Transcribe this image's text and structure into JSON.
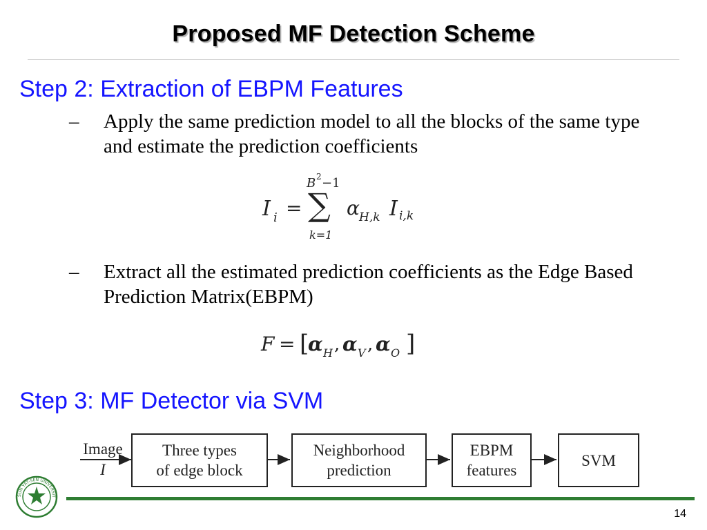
{
  "slide": {
    "title": "Proposed MF Detection Scheme",
    "page_number": "14"
  },
  "step2": {
    "heading": "Step 2:  Extraction of EBPM Features",
    "bullets": [
      {
        "dash": "–",
        "text": "Apply the same prediction model to all the blocks of the same type and estimate the prediction coefficients"
      },
      {
        "dash": "–",
        "text": "Extract all the estimated prediction coefficients as the Edge Based Prediction Matrix(EBPM)"
      }
    ]
  },
  "equation1": {
    "lhs": "I",
    "lhs_sub": "i",
    "equals": "=",
    "sum_upper_base": "B",
    "sum_upper_exp": "2",
    "sum_upper_rest": "−1",
    "sum_symbol": "∑",
    "sum_lower": "k=1",
    "alpha": "α",
    "alpha_sub": "H,k",
    "term": "I",
    "term_sub": "i,k"
  },
  "equation2": {
    "lhs": "F",
    "equals": "=",
    "open": "[",
    "a1": "α",
    "a1_sub": "H",
    "comma1": ",",
    "a2": "α",
    "a2_sub": "V",
    "comma2": ",",
    "a3": "α",
    "a3_sub": "O",
    "close": "]"
  },
  "step3": {
    "heading": "Step 3:  MF Detector via SVM"
  },
  "flow": {
    "input_label": "Image",
    "input_symbol": "I",
    "boxes": [
      {
        "line1": "Three types",
        "line2": "of edge block"
      },
      {
        "line1": "Neighborhood",
        "line2": "prediction"
      },
      {
        "line1": "EBPM",
        "line2": "features"
      },
      {
        "line1": "SVM",
        "line2": ""
      }
    ]
  },
  "colors": {
    "heading_blue": "#1515ff",
    "footer_green": "#2e7d32"
  },
  "logo": {
    "icon": "university-seal-icon",
    "text": "SUN YAT-SEN UNIVERSITY"
  }
}
